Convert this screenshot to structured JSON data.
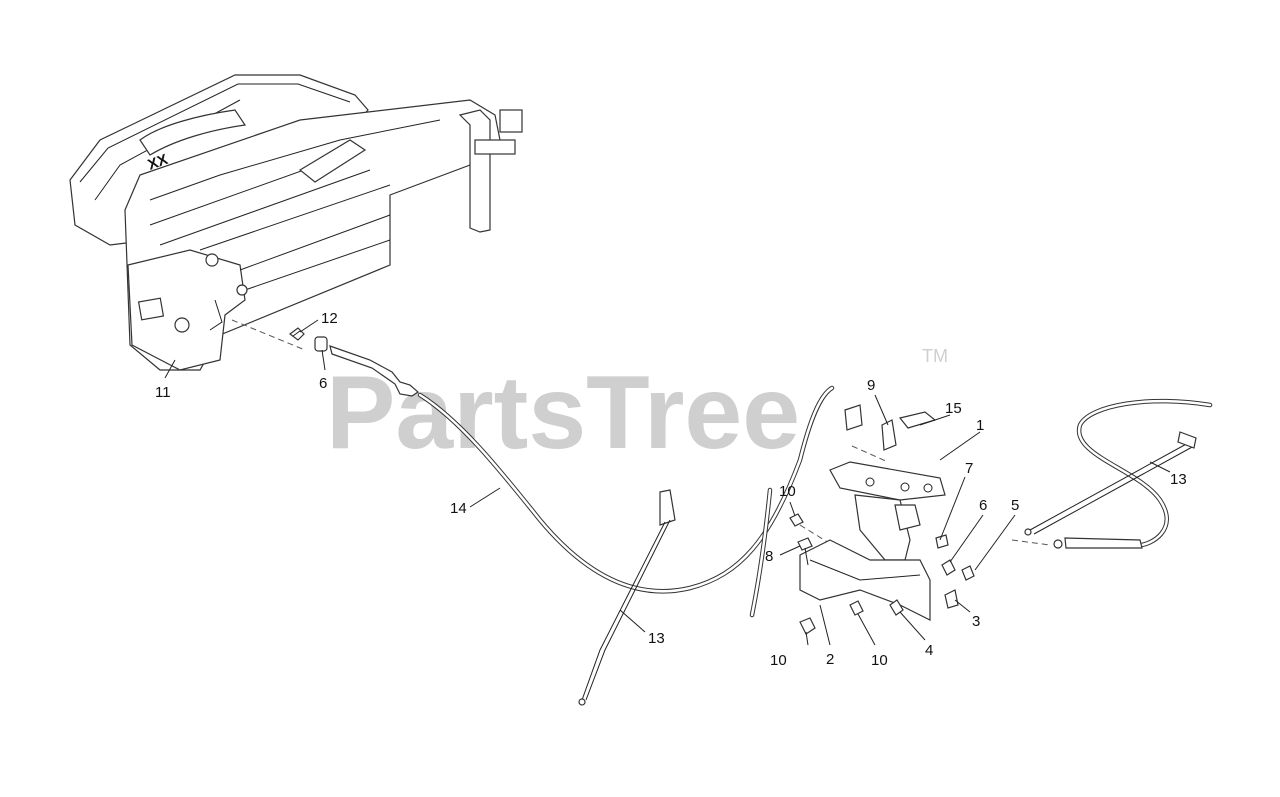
{
  "watermark": {
    "text": "PartsTree",
    "trademark": "TM"
  },
  "engine_badge": "XX",
  "callouts": [
    {
      "id": "callout-1",
      "label": "1"
    },
    {
      "id": "callout-2",
      "label": "2"
    },
    {
      "id": "callout-3",
      "label": "3"
    },
    {
      "id": "callout-4",
      "label": "4"
    },
    {
      "id": "callout-5",
      "label": "5"
    },
    {
      "id": "callout-6a",
      "label": "6"
    },
    {
      "id": "callout-6b",
      "label": "6"
    },
    {
      "id": "callout-7",
      "label": "7"
    },
    {
      "id": "callout-8",
      "label": "8"
    },
    {
      "id": "callout-9",
      "label": "9"
    },
    {
      "id": "callout-10a",
      "label": "10"
    },
    {
      "id": "callout-10b",
      "label": "10"
    },
    {
      "id": "callout-10c",
      "label": "10"
    },
    {
      "id": "callout-11",
      "label": "11"
    },
    {
      "id": "callout-12",
      "label": "12"
    },
    {
      "id": "callout-13a",
      "label": "13"
    },
    {
      "id": "callout-13b",
      "label": "13"
    },
    {
      "id": "callout-14",
      "label": "14"
    },
    {
      "id": "callout-15",
      "label": "15"
    }
  ]
}
